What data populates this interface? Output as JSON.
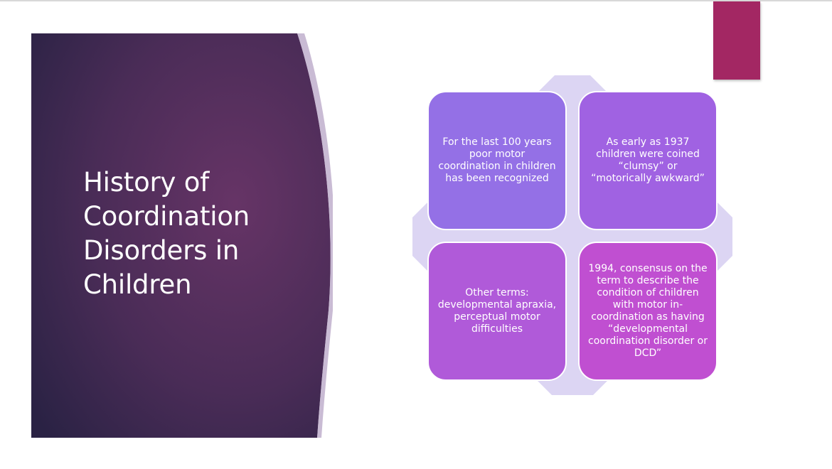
{
  "slide": {
    "title": "History of Coordination Disorders in Children",
    "tiles": [
      {
        "text": "For the last 100 years poor motor coordination in children has been recognized"
      },
      {
        "text": "As early as 1937 children were coined “clumsy” or “motorically awkward”"
      },
      {
        "text": "Other terms: developmental apraxia, perceptual motor difficulties"
      },
      {
        "text": "1994, consensus on the term to describe the condition of children with motor in-coordination as having “developmental coordination disorder or DCD”"
      }
    ]
  },
  "colors": {
    "title_panel_dark": "#2d2347",
    "title_panel_light": "#5e3160",
    "accent_tab": "#a32763",
    "diamond": "#dcd5f3",
    "tile_1": "#9470e6",
    "tile_2": "#a062e2",
    "tile_3": "#b05ad9",
    "tile_4": "#c04fd1"
  }
}
